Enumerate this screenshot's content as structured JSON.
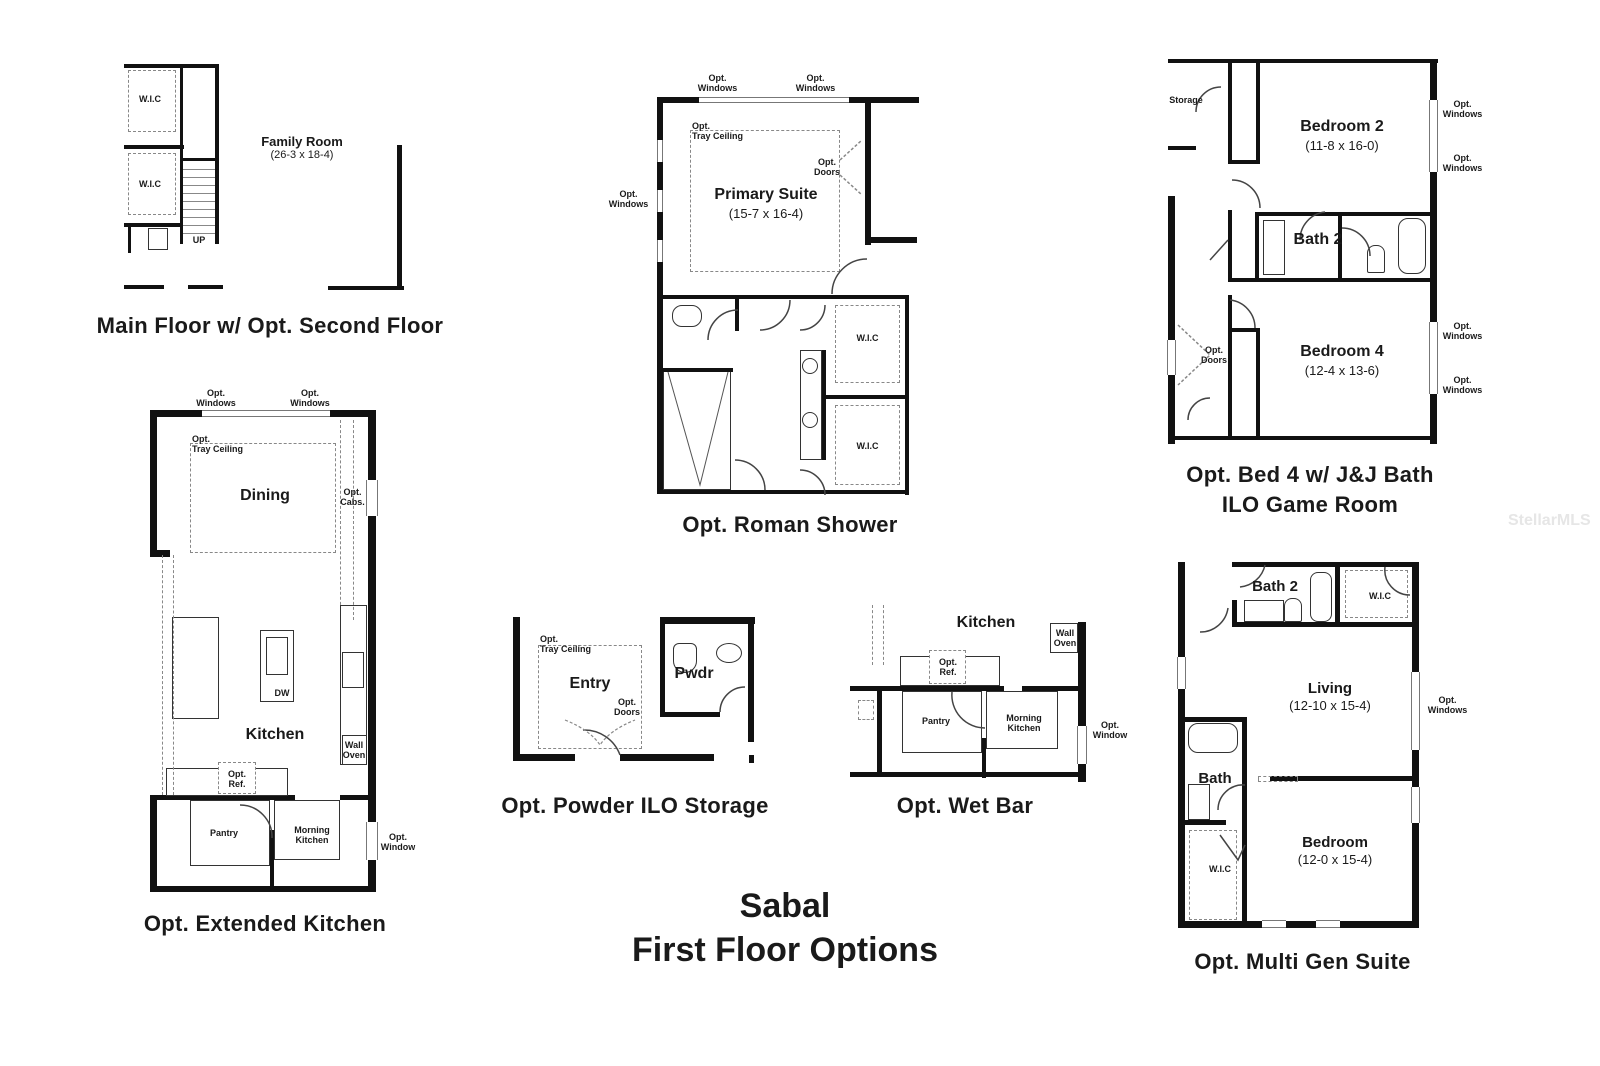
{
  "title": {
    "line1": "Sabal",
    "line2": "First Floor Options"
  },
  "watermark": "StellarMLS",
  "plans": {
    "main_floor": {
      "caption": "Main Floor w/ Opt. Second Floor",
      "rooms": {
        "family_room": {
          "name": "Family Room",
          "dims": "(26-3 x 18-4)"
        },
        "wic_1": "W.I.C",
        "wic_2": "W.I.C",
        "stair_label": "UP"
      }
    },
    "roman_shower": {
      "caption": "Opt. Roman Shower",
      "rooms": {
        "primary_suite": {
          "name": "Primary Suite",
          "dims": "(15-7 x 16-4)"
        },
        "wic_1": "W.I.C",
        "wic_2": "W.I.C"
      },
      "notes": {
        "windows_top_left": "Opt.\nWindows",
        "windows_top_right": "Opt.\nWindows",
        "windows_left": "Opt.\nWindows",
        "tray_ceiling": "Opt.\nTray Ceiling",
        "doors": "Opt.\nDoors"
      }
    },
    "bed4_jj_bath": {
      "caption_line1": "Opt. Bed 4 w/ J&J Bath",
      "caption_line2": "ILO Game Room",
      "rooms": {
        "storage": "Storage",
        "bedroom2": {
          "name": "Bedroom 2",
          "dims": "(11-8 x 16-0)"
        },
        "bath2": "Bath 2",
        "bedroom4": {
          "name": "Bedroom 4",
          "dims": "(12-4 x 13-6)"
        }
      },
      "notes": {
        "windows_b2_top": "Opt.\nWindows",
        "windows_b2_bottom": "Opt.\nWindows",
        "windows_b4_top": "Opt.\nWindows",
        "windows_b4_bottom": "Opt.\nWindows",
        "doors": "Opt.\nDoors"
      }
    },
    "extended_kitchen": {
      "caption": "Opt. Extended Kitchen",
      "rooms": {
        "dining": "Dining",
        "kitchen": "Kitchen",
        "pantry": "Pantry",
        "morning_kitchen": "Morning\nKitchen",
        "dw": "DW",
        "wall_oven": "Wall\nOven",
        "opt_ref": "Opt.\nRef."
      },
      "notes": {
        "windows_left": "Opt.\nWindows",
        "windows_right": "Opt.\nWindows",
        "tray_ceiling": "Opt.\nTray Ceiling",
        "cabs": "Opt.\nCabs.",
        "window": "Opt.\nWindow"
      }
    },
    "powder": {
      "caption": "Opt. Powder ILO Storage",
      "rooms": {
        "entry": "Entry",
        "pwdr": "Pwdr"
      },
      "notes": {
        "tray_ceiling": "Opt.\nTray Ceiling",
        "doors": "Opt.\nDoors"
      }
    },
    "wet_bar": {
      "caption": "Opt. Wet Bar",
      "rooms": {
        "kitchen": "Kitchen",
        "wall_oven": "Wall\nOven",
        "opt_ref": "Opt.\nRef.",
        "pantry": "Pantry",
        "morning_kitchen": "Morning\nKitchen"
      },
      "notes": {
        "window": "Opt.\nWindow"
      }
    },
    "multi_gen": {
      "caption": "Opt. Multi Gen Suite",
      "rooms": {
        "bath2": "Bath 2",
        "wic_top": "W.I.C",
        "living": {
          "name": "Living",
          "dims": "(12-10 x 15-4)"
        },
        "bath": "Bath",
        "bedroom": {
          "name": "Bedroom",
          "dims": "(12-0 x 15-4)"
        },
        "wic_bottom": "W.I.C"
      },
      "notes": {
        "windows": "Opt.\nWindows"
      }
    }
  }
}
